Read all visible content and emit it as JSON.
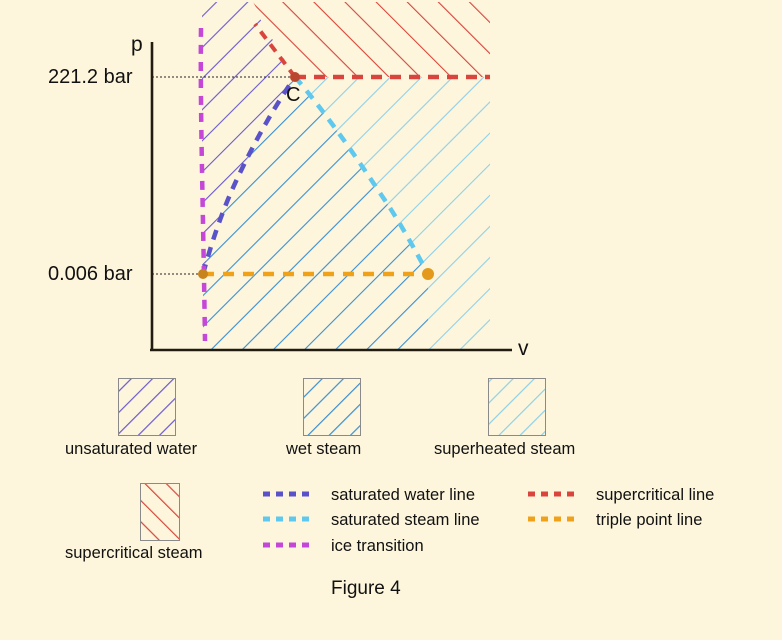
{
  "figure": {
    "caption": "Figure 4",
    "background_color": "#fdf6dc"
  },
  "axes": {
    "y_label": "p",
    "x_label": "v",
    "ticks": [
      {
        "label": "221.2 bar",
        "value": 221.2,
        "unit": "bar",
        "name": "critical-pressure"
      },
      {
        "label": "0.006 bar",
        "value": 0.006,
        "unit": "bar",
        "name": "triple-point-pressure"
      }
    ]
  },
  "points": [
    {
      "label": "C",
      "name": "critical-point",
      "color": "#c0392b"
    },
    {
      "label": "",
      "name": "triple-point-left",
      "color": "#d4820a"
    },
    {
      "label": "",
      "name": "triple-point-right",
      "color": "#d4820a"
    }
  ],
  "regions": [
    {
      "key": "unsaturated_water",
      "label": "unsaturated water",
      "color": "#6a5acd"
    },
    {
      "key": "wet_steam",
      "label": "wet steam",
      "color": "#3b8fd0"
    },
    {
      "key": "superheated_steam",
      "label": "superheated steam",
      "color": "#8fd0e8"
    },
    {
      "key": "supercritical_steam",
      "label": "supercritical steam",
      "color": "#d9453c"
    }
  ],
  "lines": [
    {
      "key": "saturated_water_line",
      "label": "saturated water line",
      "color": "#5a52c8"
    },
    {
      "key": "saturated_steam_line",
      "label": "saturated steam line",
      "color": "#5ec8ee"
    },
    {
      "key": "ice_transition",
      "label": "ice transition",
      "color": "#c447d8"
    },
    {
      "key": "supercritical_line",
      "label": "supercritical line",
      "color": "#d9453c"
    },
    {
      "key": "triple_point_line",
      "label": "triple point line",
      "color": "#f0a11a"
    }
  ],
  "chart_data": {
    "type": "line",
    "title": "Figure 4",
    "xlabel": "v",
    "ylabel": "p",
    "grid": false,
    "legend_position": "below",
    "annotations": [
      {
        "text": "C",
        "meaning": "critical point"
      },
      {
        "text": "221.2 bar",
        "meaning": "critical pressure"
      },
      {
        "text": "0.006 bar",
        "meaning": "triple point pressure"
      }
    ],
    "series": [
      {
        "name": "saturated water line",
        "color": "#5a52c8",
        "style": "dashed",
        "description": "rises from triple point to critical point C"
      },
      {
        "name": "saturated steam line",
        "color": "#5ec8ee",
        "style": "dashed",
        "description": "falls from critical point C to right triple point"
      },
      {
        "name": "ice transition",
        "color": "#c447d8",
        "style": "dashed",
        "description": "near vertical line at small specific volume"
      },
      {
        "name": "supercritical line",
        "color": "#d9453c",
        "style": "dashed",
        "description": "horizontal at 221.2 bar right of C, rising left of C"
      },
      {
        "name": "triple point line",
        "color": "#f0a11a",
        "style": "dashed",
        "description": "horizontal at 0.006 bar between the two triple points"
      }
    ]
  }
}
